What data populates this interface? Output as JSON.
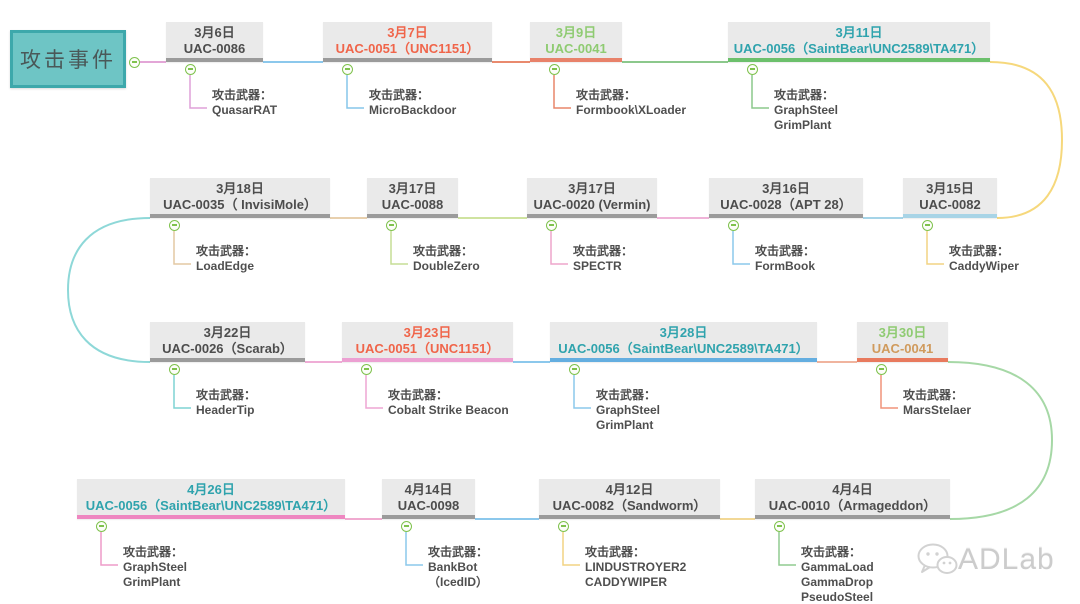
{
  "title": {
    "label": "攻击事件"
  },
  "weapon_label": "攻击武器：",
  "watermark": {
    "brand": "ADLab"
  },
  "palette": {
    "root_fill": "#6ec5c5",
    "root_border": "#3da8ab",
    "node_bg": "#eaeaea",
    "default_text": "#4d4d4d",
    "default_underline": "#9b9b9b",
    "marker_green": "#7fc24d",
    "orange_red": "#f0654a",
    "green": "#8fcb72",
    "teal": "#2fa3ad"
  },
  "nodes": [
    {
      "date": "3月6日",
      "group": "UAC-0086",
      "weapons": "QuasarRAT",
      "date_color": "#4d4d4d",
      "group_color": "#4d4d4d",
      "underline_color": "#9b9b9b",
      "connector_color": "#dfa0d8"
    },
    {
      "date": "3月7日",
      "group": "UAC-0051（UNC1151）",
      "weapons": "MicroBackdoor",
      "date_color": "#f0654a",
      "group_color": "#f0654a",
      "underline_color": "#9b9b9b",
      "connector_color": "#85c6ea"
    },
    {
      "date": "3月9日",
      "group": "UAC-0041",
      "weapons": "Formbook\\XLoader",
      "date_color": "#8fcb72",
      "group_color": "#8fcb72",
      "underline_color": "#e8826a",
      "connector_color": "#e8856a"
    },
    {
      "date": "3月11日",
      "group": "UAC-0056（SaintBear\\UNC2589\\TA471）",
      "weapons": "GraphSteel\nGrimPlant",
      "date_color": "#2fa3ad",
      "group_color": "#2fa3ad",
      "underline_color": "#6cc06c",
      "connector_color": "#8cc88c"
    },
    {
      "date": "3月15日",
      "group": "UAC-0082",
      "weapons": "CaddyWiper",
      "date_color": "#4d4d4d",
      "group_color": "#4d4d4d",
      "underline_color": "#a8d4e6",
      "connector_color": "#f2d483"
    },
    {
      "date": "3月16日",
      "group": "UAC-0028（APT 28）",
      "weapons": "FormBook",
      "date_color": "#4d4d4d",
      "group_color": "#4d4d4d",
      "underline_color": "#9b9b9b",
      "connector_color": "#8cc8ec"
    },
    {
      "date": "3月17日",
      "group": "UAC-0020 (Vermin)",
      "weapons": "SPECTR",
      "date_color": "#4d4d4d",
      "group_color": "#4d4d4d",
      "underline_color": "#9b9b9b",
      "connector_color": "#eea6cc"
    },
    {
      "date": "3月17日",
      "group": "UAC-0088",
      "weapons": "DoubleZero",
      "date_color": "#4d4d4d",
      "group_color": "#4d4d4d",
      "underline_color": "#9b9b9b",
      "connector_color": "#c6dd96"
    },
    {
      "date": "3月18日",
      "group": "UAC-0035（ InvisiMole）",
      "weapons": "LoadEdge",
      "date_color": "#4d4d4d",
      "group_color": "#4d4d4d",
      "underline_color": "#9b9b9b",
      "connector_color": "#e3c9a4"
    },
    {
      "date": "3月22日",
      "group": "UAC-0026（Scarab）",
      "weapons": "HeaderTip",
      "date_color": "#4d4d4d",
      "group_color": "#4d4d4d",
      "underline_color": "#9b9b9b",
      "connector_color": "#7fd4d4"
    },
    {
      "date": "3月23日",
      "group": "UAC-0051（UNC1151）",
      "weapons": "Cobalt Strike Beacon",
      "date_color": "#f0654a",
      "group_color": "#f0654a",
      "underline_color": "#eca0d2",
      "connector_color": "#eea6d4"
    },
    {
      "date": "3月28日",
      "group": "UAC-0056（SaintBear\\UNC2589\\TA471）",
      "weapons": "GraphSteel\nGrimPlant",
      "date_color": "#2fa3ad",
      "group_color": "#2fa3ad",
      "underline_color": "#64aee0",
      "connector_color": "#8cc8ec"
    },
    {
      "date": "3月30日",
      "group": "UAC-0041",
      "weapons": "MarsStelaer",
      "date_color": "#8fcb72",
      "group_color": "#d09a5c",
      "underline_color": "#e87a5e",
      "connector_color": "#f0937a"
    },
    {
      "date": "4月4日",
      "group": "UAC-0010（Armageddon）",
      "weapons": "GammaLoad\nGammaDrop\nPseudoSteel",
      "date_color": "#4d4d4d",
      "group_color": "#4d4d4d",
      "underline_color": "#9b9b9b",
      "connector_color": "#90cc90"
    },
    {
      "date": "4月12日",
      "group": "UAC-0082（Sandworm）",
      "weapons": "LINDUSTROYER2\nCADDYWIPER",
      "date_color": "#4d4d4d",
      "group_color": "#4d4d4d",
      "underline_color": "#9b9b9b",
      "connector_color": "#f2d483"
    },
    {
      "date": "4月14日",
      "group": "UAC-0098",
      "weapons": "BankBot\n（IcedID）",
      "date_color": "#4d4d4d",
      "group_color": "#4d4d4d",
      "underline_color": "#9b9b9b",
      "connector_color": "#8cc8ec"
    },
    {
      "date": "4月26日",
      "group": "UAC-0056（SaintBear\\UNC2589\\TA471）",
      "weapons": "GraphSteel\nGrimPlant",
      "date_color": "#2fa3ad",
      "group_color": "#2fa3ad",
      "underline_color": "#ee86c0",
      "connector_color": "#ee9cc8"
    }
  ]
}
